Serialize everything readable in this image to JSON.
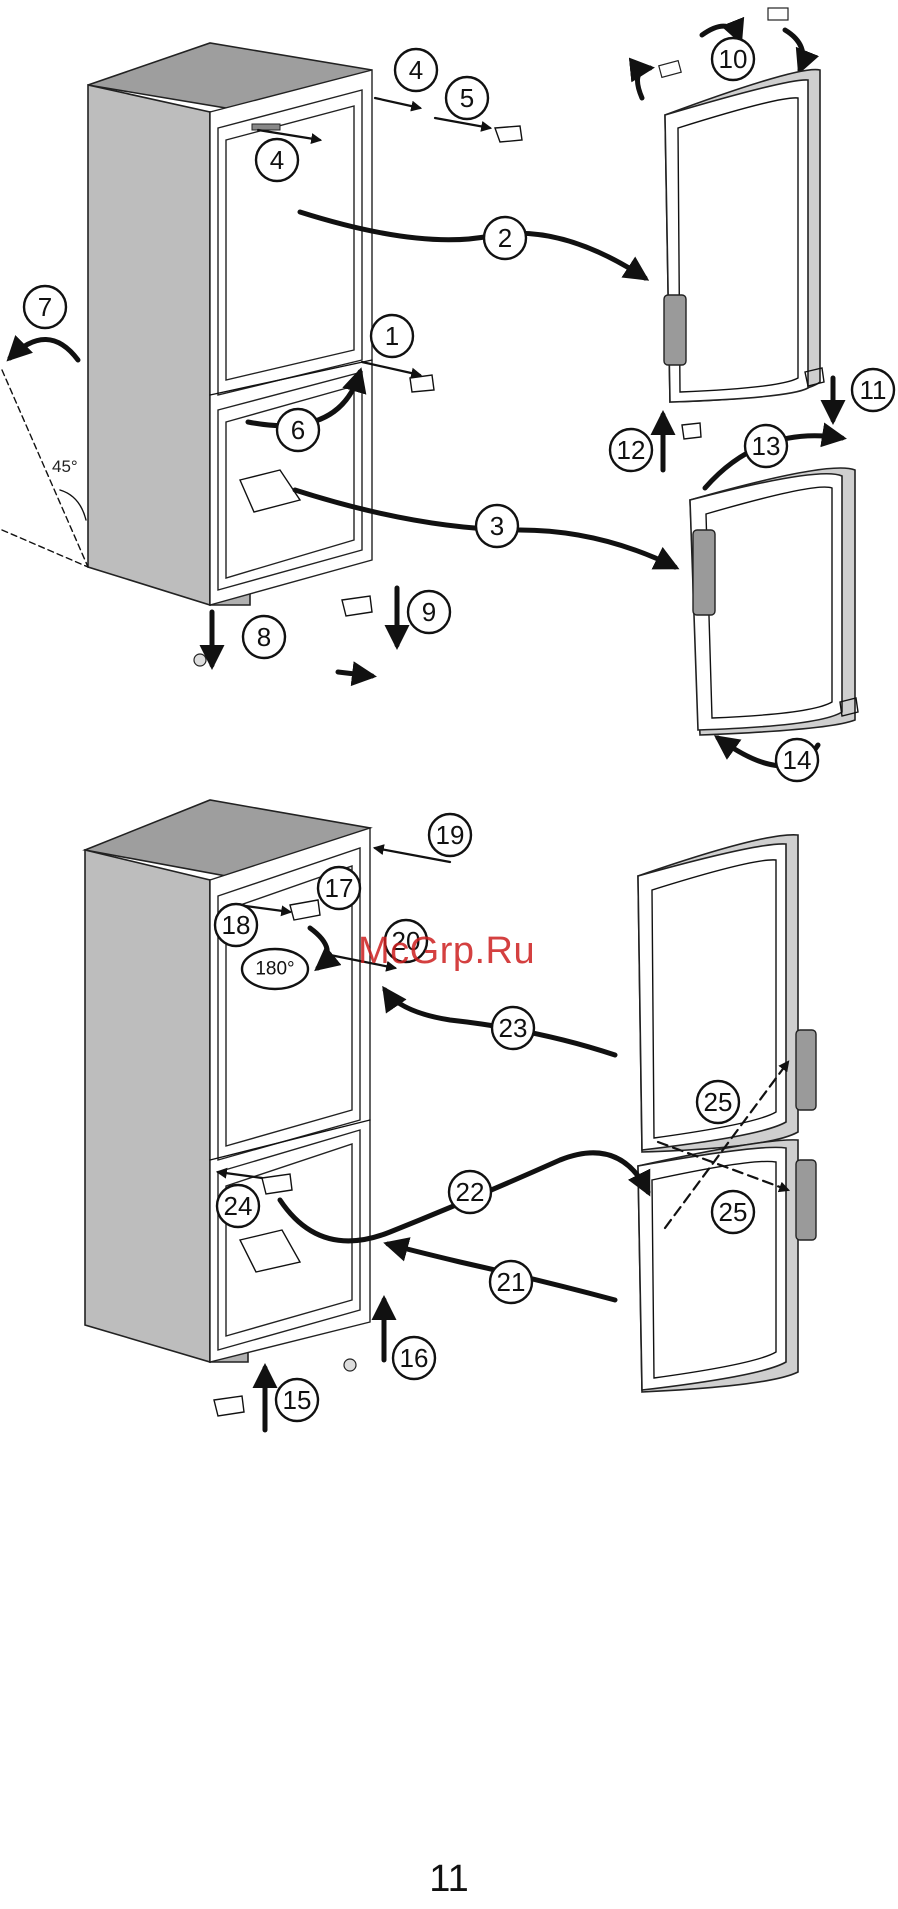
{
  "callouts": {
    "c1": "1",
    "c2": "2",
    "c3": "3",
    "c4a": "4",
    "c4b": "4",
    "c5": "5",
    "c6": "6",
    "c7": "7",
    "c8": "8",
    "c9": "9",
    "c10": "10",
    "c11": "11",
    "c12": "12",
    "c13": "13",
    "c14": "14",
    "c15": "15",
    "c16": "16",
    "c17": "17",
    "c18": "18",
    "c19": "19",
    "c20": "20",
    "c21": "21",
    "c22": "22",
    "c23": "23",
    "c24": "24",
    "c25a": "25",
    "c25b": "25"
  },
  "labels": {
    "tilt_angle": "45°",
    "rotate_angle": "180°"
  },
  "watermark": "McGrp.Ru",
  "page_number": "11"
}
